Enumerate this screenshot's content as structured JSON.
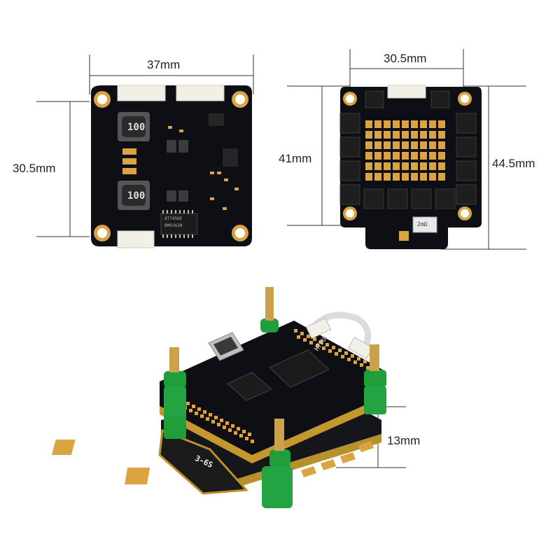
{
  "dimensions": {
    "fc_width": "37mm",
    "fc_mount": "30.5mm",
    "esc_mount": "30.5mm",
    "esc_height_inner": "41mm",
    "esc_height_outer": "44.5mm",
    "stack_height": "13mm"
  },
  "silkscreen": {
    "inductor_top": "100",
    "inductor_bottom": "100",
    "chip_code_1": "AT7456E",
    "chip_code_2": "BM03A2N",
    "esc_part": "2mΩ",
    "fc_model": "H7DUAL",
    "voltage": "3-6S"
  },
  "colors": {
    "pcb": "#0d0f14",
    "gold": "#d9a441",
    "standoff": "#1f9e3a",
    "connector": "#f2efe6"
  }
}
